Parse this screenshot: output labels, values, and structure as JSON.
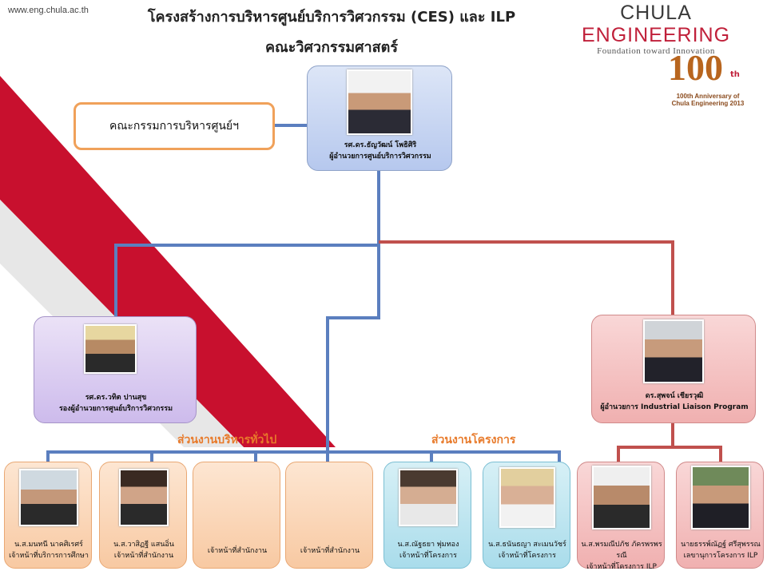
{
  "url": "www.eng.chula.ac.th",
  "title_line1": "โครงสร้างการบริหารศูนย์บริการวิศวกรรม (CES) และ ILP",
  "title_line2": "คณะวิศวกรรมศาสตร์",
  "logo": {
    "word_left": "CHULA ",
    "word_right": "ENGINEERING",
    "tagline": "Foundation toward Innovation"
  },
  "anniversary": {
    "number": "100",
    "suffix": "th",
    "caption_line1": "100th Anniversary of",
    "caption_line2": "Chula Engineering 2013"
  },
  "committee": "คณะกรรมการบริหารศูนย์ฯ",
  "director": {
    "name": "รศ.ดร.ธัญวัฒน์ โพธิศิริ",
    "role": "ผู้อำนวยการศูนย์บริการวิศวกรรม"
  },
  "deputy": {
    "name": "รศ.ดร.วทิต ปานสุข",
    "role": "รองผู้อำนวยการศูนย์บริการวิศวกรรม"
  },
  "ilp_director": {
    "name": "ดร.สุพจน์ เชียรวุฒิ",
    "role": "ผู้อำนวยการ Industrial Liaison Program"
  },
  "sections": {
    "admin": "ส่วนงานบริหารทั่วไป",
    "projects": "ส่วนงานโครงการ"
  },
  "staff": [
    {
      "name": "น.ส.มนทนี นาคศิเรศร์",
      "role": "เจ้าหน้าที่บริการการศึกษา"
    },
    {
      "name": "น.ส.วาสิฏฐี แสนอิ่น",
      "role": "เจ้าหน้าที่สำนักงาน"
    },
    {
      "name": "",
      "role": "เจ้าหน้าที่สำนักงาน"
    },
    {
      "name": "",
      "role": "เจ้าหน้าที่สำนักงาน"
    },
    {
      "name": "น.ส.ณัฐธยา พุ่มทอง",
      "role": "เจ้าหน้าที่โครงการ"
    },
    {
      "name": "น.ส.ธนันธญา สะเมนวัชร์",
      "role": "เจ้าหน้าที่โครงการ"
    },
    {
      "name": "น.ส.พรมณีปภัช ภัครพรพรรณี",
      "role": "เจ้าหน้าที่โครงการ ILP"
    },
    {
      "name": "นายธรรพ์ณัฏฐ์ ศรีสุพรรณ",
      "role": "เลขานุการโครงการ ILP"
    }
  ],
  "colors": {
    "blue_line": "#5b7fbf",
    "red_line": "#c0504d",
    "orange_text": "#e87a2a",
    "deco_red": "#c8102e"
  }
}
